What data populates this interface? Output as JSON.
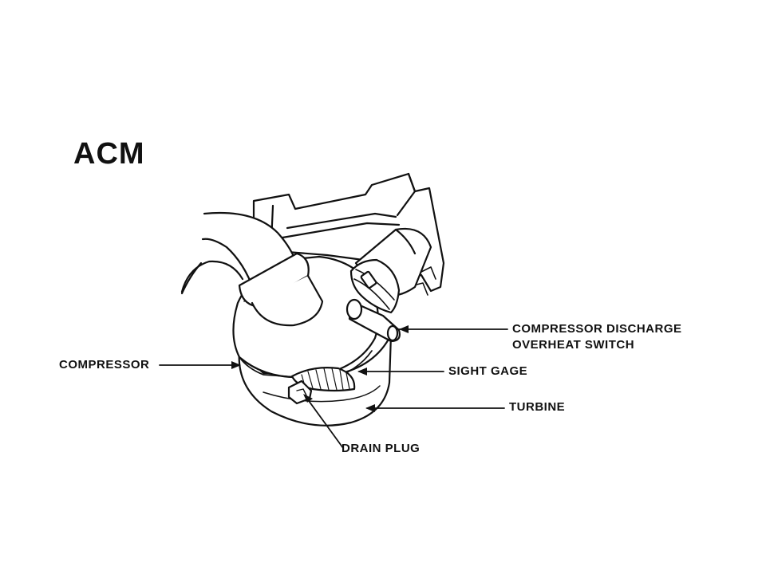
{
  "figure": {
    "title": "ACM",
    "callouts": {
      "compressor_discharge_line1": "COMPRESSOR DISCHARGE",
      "compressor_discharge_line2": "OVERHEAT SWITCH",
      "compressor": "COMPRESSOR",
      "sight_gage": "SIGHT GAGE",
      "turbine": "TURBINE",
      "drain_plug": "DRAIN PLUG"
    },
    "line_color": "#111111",
    "background": "#ffffff"
  }
}
